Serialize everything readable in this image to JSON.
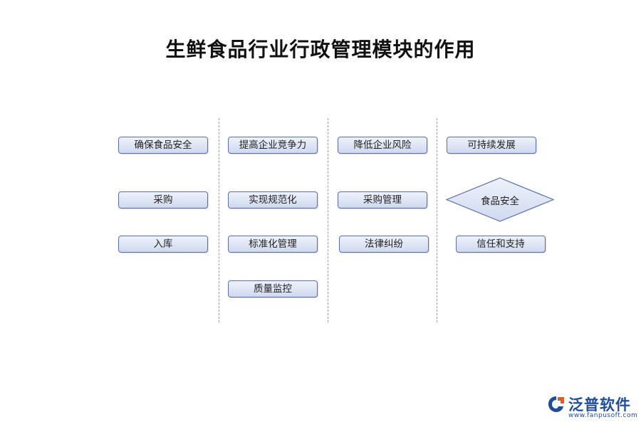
{
  "title": "生鲜食品行业行政管理模块的作用",
  "columns": [
    {
      "items": [
        "确保食品安全",
        "采购",
        "入库"
      ]
    },
    {
      "items": [
        "提高企业竞争力",
        "实现规范化",
        "标准化管理",
        "质量监控"
      ]
    },
    {
      "items": [
        "降低企业风险",
        "采购管理",
        "法律纠纷"
      ]
    },
    {
      "items": [
        "可持续发展",
        "食品安全",
        "信任和支持"
      ]
    }
  ],
  "logo": {
    "name": "泛普软件",
    "url": "www.fanpusoft.com"
  },
  "colors": {
    "box_border": "#5b6fa8",
    "box_fill_top": "#eef2fb",
    "box_fill_bottom": "#cfd9ef",
    "logo": "#1f4d9e"
  }
}
